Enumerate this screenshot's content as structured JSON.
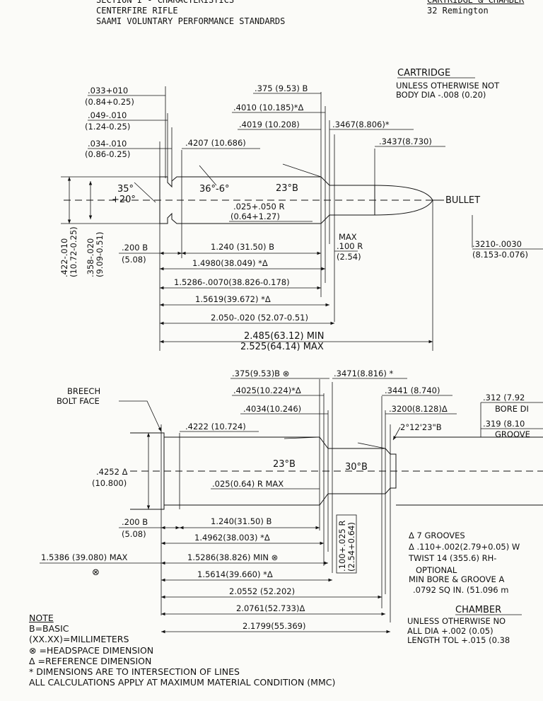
{
  "header": {
    "left_line1": "SECTION I - CHARACTERISTICS",
    "left_line2": "CENTERFIRE RIFLE",
    "left_line3": "SAAMI VOLUNTARY PERFORMANCE STANDARDS",
    "right_line1": "CARTRIDGE & CHAMBER",
    "right_line2": "32 Remington"
  },
  "cartridge": {
    "title": "CARTRIDGE",
    "note1": "UNLESS OTHERWISE NOT",
    "note2": "BODY DIA -.008 (0.20)",
    "rim_thk": ".033+010",
    "rim_thk_mm": "(0.84+0.25)",
    "groove_w": ".049-.010",
    "groove_w_mm": "(1.24-0.25)",
    "groove_d": ".034-.010",
    "groove_d_mm": "(0.86-0.25)",
    "base_dia": ".4207 (10.686)",
    "shoulder_dia1": ".375 (9.53) B",
    "shoulder_dia2": ".4010 (10.185)*Δ",
    "shoulder_dia3": ".4019 (10.208)",
    "neck_dia1": ".3467(8.806)*",
    "neck_dia2": ".3437(8.730)",
    "angle_35": "35°",
    "angle_20": "+20°",
    "angle_36": "36°-6°",
    "angle_23": "23°B",
    "radius": ".025+.050 R",
    "radius_mm": "(0.64+1.27)",
    "bullet": "BULLET",
    "max_r1": "MAX",
    "max_r2": ".100 R",
    "max_r3": "(2.54)",
    "bullet_dia": ".3210-.0030",
    "bullet_dia_mm": "(8.153-0.076)",
    "rim_dia_v": ".422-.010",
    "rim_dia_v_mm": "(10.72-0.25)",
    "groove_dia_v": ".358-.020",
    "groove_dia_v_mm": "(9.09-0.51)",
    "len_200": ".200 B",
    "len_200_mm": "(5.08)",
    "len_1240": "1.240 (31.50) B",
    "len_14980": "1.4980(38.049) *Δ",
    "len_15286": "1.5286-.0070(38.826-0.178)",
    "len_15619": "1.5619(39.672) *Δ",
    "len_2050": "2.050-.020 (52.07-0.51)",
    "oal_min": "2.485(63.12) MIN",
    "oal_max": "2.525(64.14) MAX"
  },
  "chamber": {
    "title": "CHAMBER",
    "note1": "UNLESS OTHERWISE NO",
    "note2": "ALL DIA +.002 (0.05)",
    "note3": "LENGTH TOL +.015 (0.38",
    "breech1": "BREECH",
    "breech2": "BOLT FACE",
    "d375": ".375(9.53)B ⊗",
    "d3471": ".3471(8.816) *",
    "d4025": ".4025(10.224)*Δ",
    "d3441": ".3441 (8.740)",
    "d4034": ".4034(10.246)",
    "d3200": ".3200(8.128)Δ",
    "d4222": ".4222 (10.724)",
    "taper": "2°12'23\"B",
    "bore": ".312 (7.92",
    "bore_lbl": "BORE DI",
    "groove": ".319 (8.10",
    "groove_lbl": "GROOVE",
    "d4252": ".4252 Δ",
    "d4252_mm": "(10.800)",
    "ang23": "23°B",
    "ang30": "30°B",
    "radius": ".025(0.64) R MAX",
    "l200": ".200 B",
    "l200_mm": "(5.08)",
    "l1240": "1.240(31.50) B",
    "l14962": "1.4962(38.003) *Δ",
    "l15286": "1.5286(38.826) MIN ⊗",
    "l15386": "1.5386 (39.080) MAX",
    "l15614": "1.5614(39.660) *Δ",
    "l20552": "2.0552 (52.202)",
    "l20761": "2.0761(52.733)Δ",
    "l21799": "2.1799(55.369)",
    "r_v": ".100+.025 R",
    "r_v_mm": "(2.54+0.64)",
    "grooves": "Δ 7 GROOVES",
    "groove_w": "Δ .110+.002(2.79+0.05) W",
    "twist": "TWIST 14 (355.6) RH-",
    "optional": "OPTIONAL",
    "min_area": "MIN BORE & GROOVE A",
    "area": ".0792 SQ IN. (51.096 m"
  },
  "note": {
    "title": "NOTE",
    "l1": "B=BASIC",
    "l2": "(XX.XX)=MILLIMETERS",
    "l3": "⊗ =HEADSPACE DIMENSION",
    "l4": "Δ =REFERENCE DIMENSION",
    "l5": "* DIMENSIONS ARE TO INTERSECTION OF LINES",
    "l6": "ALL CALCULATIONS APPLY AT MAXIMUM MATERIAL CONDITION (MMC)"
  }
}
